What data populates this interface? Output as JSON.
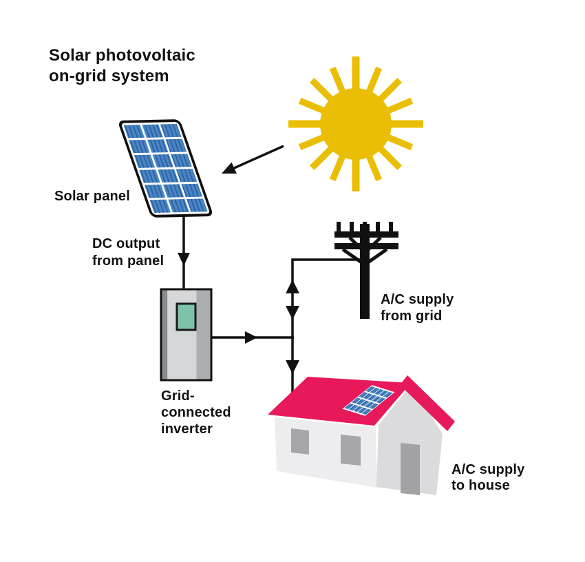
{
  "diagram": {
    "title": "Solar photovoltaic\non-grid system",
    "labels": {
      "solar_panel": "Solar panel",
      "dc_output": "DC output\nfrom panel",
      "inverter": "Grid-\nconnected\ninverter",
      "ac_from_grid": "A/C supply\nfrom grid",
      "ac_to_house": "A/C supply\nto house"
    },
    "components": [
      "sun",
      "solar-panel",
      "grid-connected-inverter",
      "utility-pole",
      "house-with-rooftop-panel"
    ],
    "colors": {
      "sun": "#EABE05",
      "panel_cell_blue": "#4A86C4",
      "panel_stripe_blue": "#2F63A4",
      "roof_pink": "#E8195B",
      "wall_front": "#EDEDEF",
      "wall_side": "#DBDBDD",
      "window_gray": "#A7A7A9",
      "door_gray": "#A2A2A4",
      "inverter_screen": "#7CC3A9",
      "line_black": "#111111"
    }
  }
}
